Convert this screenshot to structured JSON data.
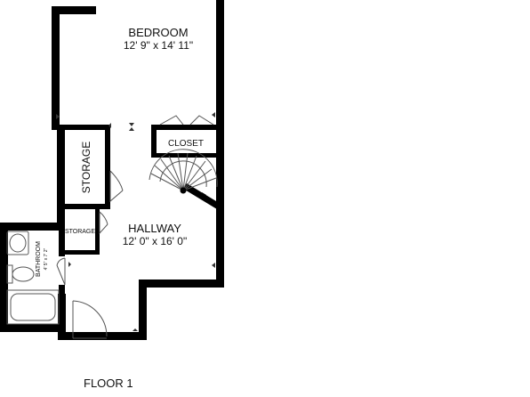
{
  "rooms": {
    "bedroom": {
      "name": "BEDROOM",
      "dims": "12' 9\" x 14' 11\""
    },
    "closet": {
      "name": "CLOSET"
    },
    "storage_large": {
      "name": "STORAGE"
    },
    "storage_small": {
      "name": "STORAGE"
    },
    "hallway": {
      "name": "HALLWAY",
      "dims": "12' 0\" x 16' 0\""
    },
    "bathroom": {
      "name": "BATHROOM",
      "dims": "4' 5\" x 7' 2\""
    }
  },
  "floor_label": "FLOOR 1",
  "colors": {
    "wall": "#000000",
    "fixture": "#555555",
    "background": "#ffffff"
  }
}
